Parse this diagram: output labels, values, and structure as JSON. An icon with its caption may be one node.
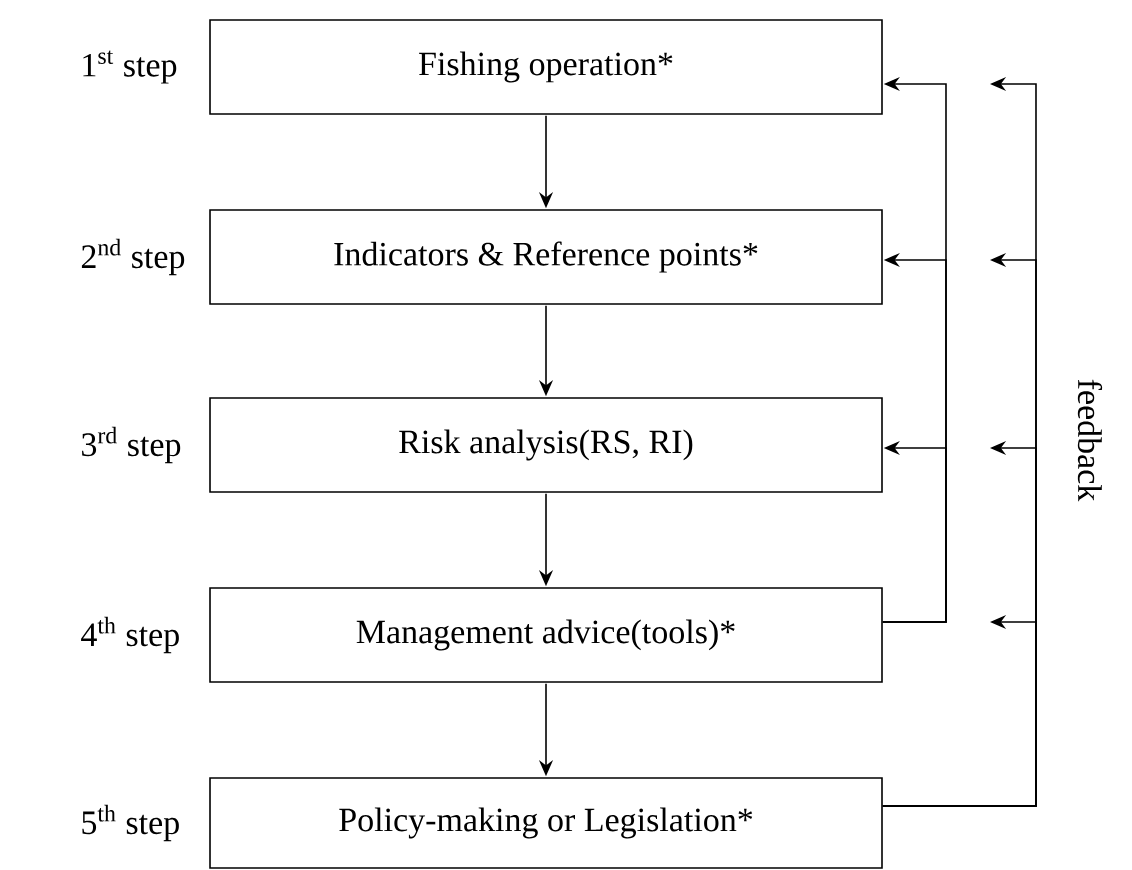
{
  "diagram": {
    "nodes": [
      {
        "text": [
          "Fishing operation*"
        ],
        "beside": [
          "1$^{st}$ step"
        ]
      },
      {
        "text": [
          "Indicators & Reference points*"
        ],
        "beside": [
          "2$^{nd}$ step"
        ]
      },
      {
        "text": [
          "Risk analysis(RS, RI)"
        ],
        "beside": [
          "3$^{rd}$ step"
        ]
      },
      {
        "text": [
          "Management advice(tools)*"
        ],
        "beside": [
          "4$^{th}$ step"
        ]
      },
      {
        "text": [
          "Policy-making or Legislation*"
        ],
        "beside": [
          "5$^{th}$ step"
        ]
      }
    ],
    "edges": [
      {
        "from": 0,
        "to": 1,
        "arrow": "to"
      },
      {
        "from": 1,
        "to": 2,
        "arrow": "to"
      },
      {
        "from": 2,
        "to": 3,
        "arrow": "to"
      },
      {
        "from": 3,
        "to": 4,
        "arrow": "to"
      },
      {
        "from": 3,
        "to": 0,
        "arrow": "to"
      },
      {
        "from": 3,
        "to": 1,
        "arrow": "to"
      },
      {
        "from": 3,
        "to": 2,
        "arrow": "to"
      },
      {
        "from": 4,
        "to": null,
        "arrow": "to"
      },
      {
        "from": 4,
        "to": null,
        "arrow": "to"
      },
      {
        "from": 4,
        "to": null,
        "arrow": "to"
      },
      {
        "from": 4,
        "to": null,
        "arrow": "to"
      }
    ],
    "labels": [
      "feedback"
    ]
  }
}
